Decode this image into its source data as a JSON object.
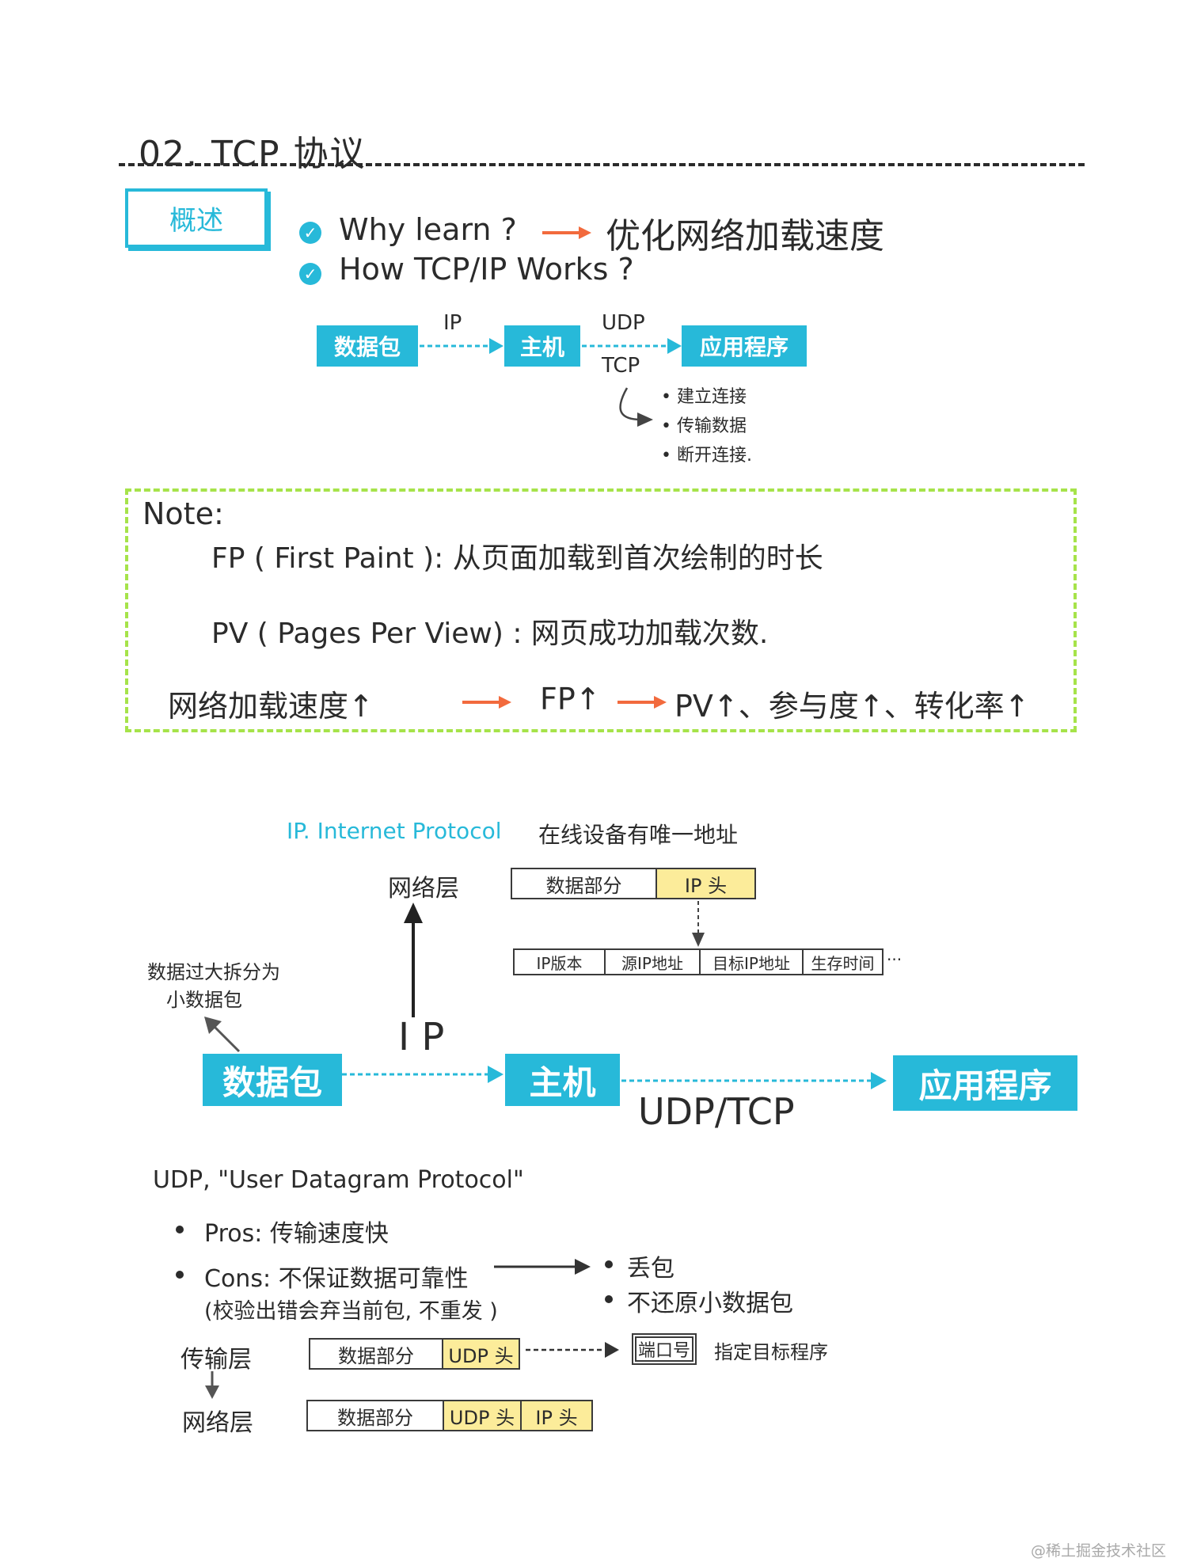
{
  "title": "02. TCP 协议",
  "overview": {
    "tag": "概述",
    "point1_left": "Why learn ?",
    "point1_right": "优化网络加载速度",
    "point2": "How TCP/IP Works ?"
  },
  "small_flow": {
    "box1": "数据包",
    "box2": "主机",
    "box3": "应用程序",
    "label_ip": "IP",
    "label_udp": "UDP",
    "label_tcp": "TCP",
    "tcp_steps": [
      "• 建立连接",
      "• 传输数据",
      "• 断开连接."
    ]
  },
  "note": {
    "heading": "Note:",
    "line1": "FP ( First Paint ): 从页面加载到首次绘制的时长",
    "line2": "PV ( Pages Per View) : 网页成功加载次数.",
    "chain_a": "网络加载速度↑",
    "chain_b": "FP↑",
    "chain_c": "PV↑、参与度↑、转化率↑"
  },
  "ip_section": {
    "ip_def_en": "IP. Internet Protocol",
    "ip_def_cn": "在线设备有唯一地址",
    "network_layer": "网络层",
    "packet_data": "数据部分",
    "packet_iphead": "IP 头",
    "header_fields": [
      "IP版本",
      "源IP地址",
      "目标IP地址",
      "生存时间"
    ],
    "header_ellipsis": "···",
    "split_note_1": "数据过大拆分为",
    "split_note_2": "小数据包",
    "ip_label": "I P",
    "big_box1": "数据包",
    "big_box2": "主机",
    "big_box3": "应用程序",
    "udp_tcp_label": "UDP/TCP"
  },
  "udp_section": {
    "heading": "UDP, \"User Datagram Protocol\"",
    "pros": "Pros: 传输速度快",
    "cons": "Cons: 不保证数据可靠性",
    "cons_detail": "(校验出错会弃当前包, 不重发 )",
    "result1": "丢包",
    "result2": "不还原小数据包",
    "transport_layer": "传输层",
    "network_layer": "网络层",
    "seg_data": "数据部分",
    "seg_udp": "UDP 头",
    "seg_ip": "IP 头",
    "port": "端口号",
    "port_desc": "指定目标程序"
  },
  "watermark": "@稀土掘金技术社区",
  "colors": {
    "cyan": "#27b9d9",
    "orange": "#f26a3d",
    "green_border": "#a6e34a",
    "yellow": "#fcec9a",
    "ink": "#2b2b2b"
  }
}
